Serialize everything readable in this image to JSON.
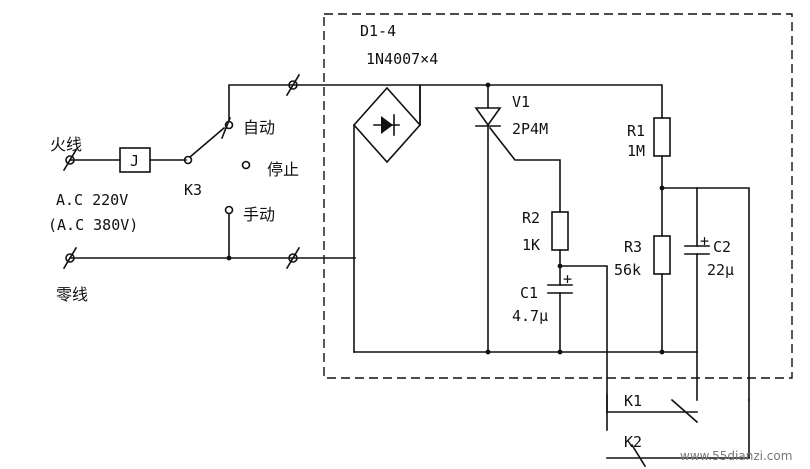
{
  "labels": {
    "d14": "D1-4",
    "d14_part": "1N4007×4",
    "v1": "V1",
    "v1_part": "2P4M",
    "r1": "R1",
    "r1_val": "1M",
    "r2": "R2",
    "r2_val": "1K",
    "r3": "R3",
    "r3_val": "56k",
    "c1": "C1",
    "c1_val": "4.7μ",
    "c2": "C2",
    "c2_val": "22μ",
    "c1_plus": "+",
    "c2_plus": "+",
    "k1": "K1",
    "k2": "K2",
    "k3": "K3",
    "j": "J",
    "live": "火线",
    "neutral": "零线",
    "ac220": "A.C 220V",
    "ac380": "(A.C 380V)",
    "auto": "自动",
    "stop": "停止",
    "manual": "手动",
    "watermark": "www.55dianzi.com"
  }
}
